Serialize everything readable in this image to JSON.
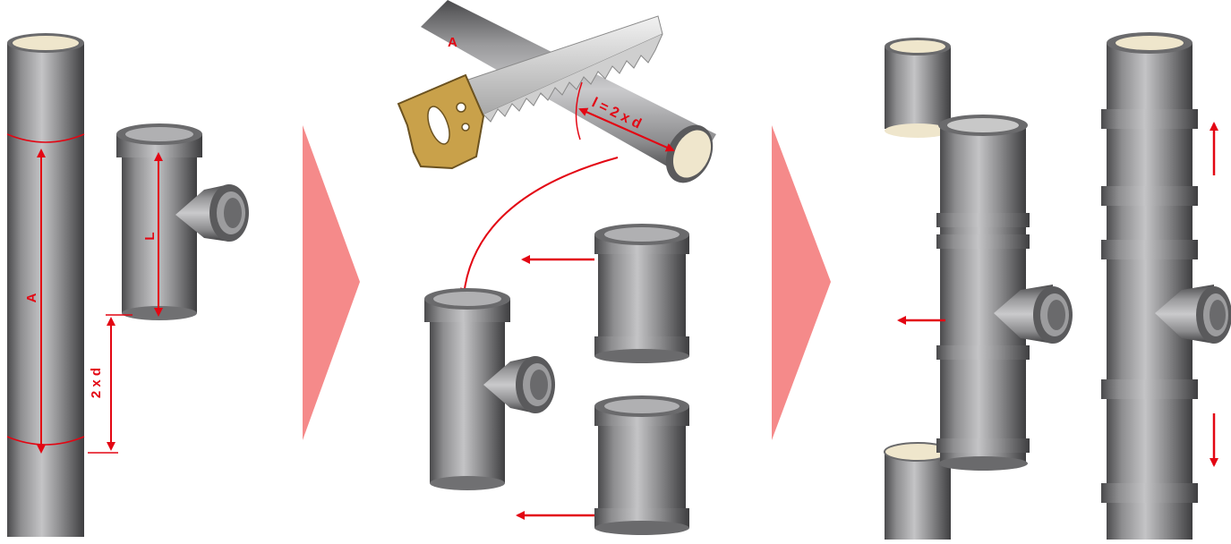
{
  "labels": {
    "pipe_length": "A",
    "fitting_length": "L",
    "insert_depth": "2 x d",
    "cut_pipe": "A",
    "cut_length": "l = 2 x d"
  },
  "colors": {
    "pipe_body": "#9a9a9c",
    "pipe_dark": "#5a5a5c",
    "pipe_inner": "#efe6cc",
    "dimension_red": "#e30613",
    "step_arrow": "#f58a8a",
    "saw_handle": "#c9a14a"
  },
  "icons": {
    "step_arrow_1": "step-arrow-icon",
    "step_arrow_2": "step-arrow-icon",
    "saw": "saw-icon"
  }
}
